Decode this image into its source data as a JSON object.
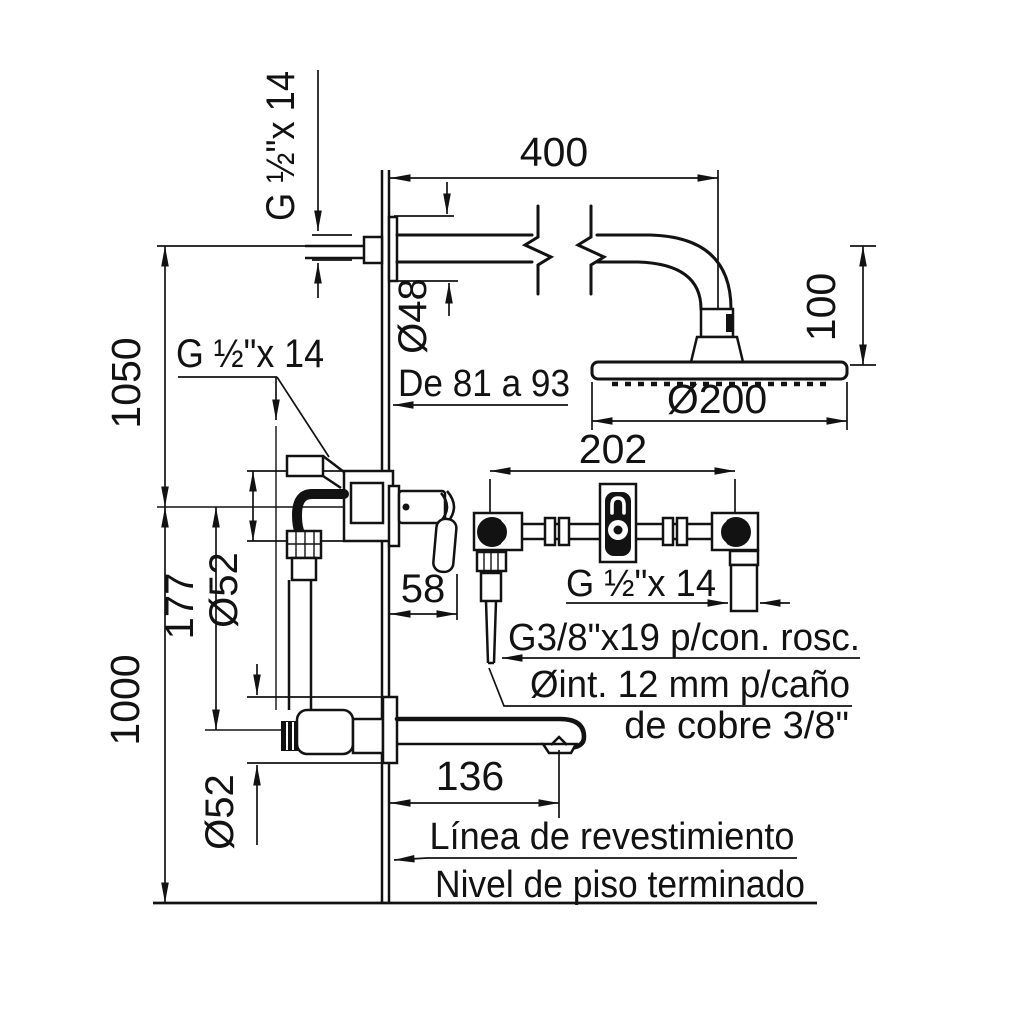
{
  "drawing": {
    "type": "technical installation drawing, wall-mounted shower and bath mixer",
    "line_color": "#121212",
    "background": "#ffffff"
  },
  "labels": {
    "arm_length": "400",
    "thread_top": "G ½\"x 14",
    "arm_escutcheon": "Ø48",
    "head_offset": "100",
    "head_diameter": "Ø200",
    "wall_depth_range": "De 81 a 93",
    "height_shower": "1050",
    "thread_valve": "G ½\"x 14",
    "mixer_centers": "202",
    "valve_escutcheon": "Ø52",
    "valve_to_spout": "177",
    "handle_projection": "58",
    "thread_mixer": "G ½\"x 14",
    "height_spout": "1000",
    "adapter_spec": "G3/8\"x19 p/con. rosc.",
    "tube_spec_line1": "Øint. 12 mm p/caño",
    "tube_spec_line2": "de cobre 3/8\"",
    "spout_length": "136",
    "spout_escutcheon": "Ø52",
    "finish_line": "Línea de revestimiento",
    "floor_level": "Nivel de piso terminado"
  }
}
